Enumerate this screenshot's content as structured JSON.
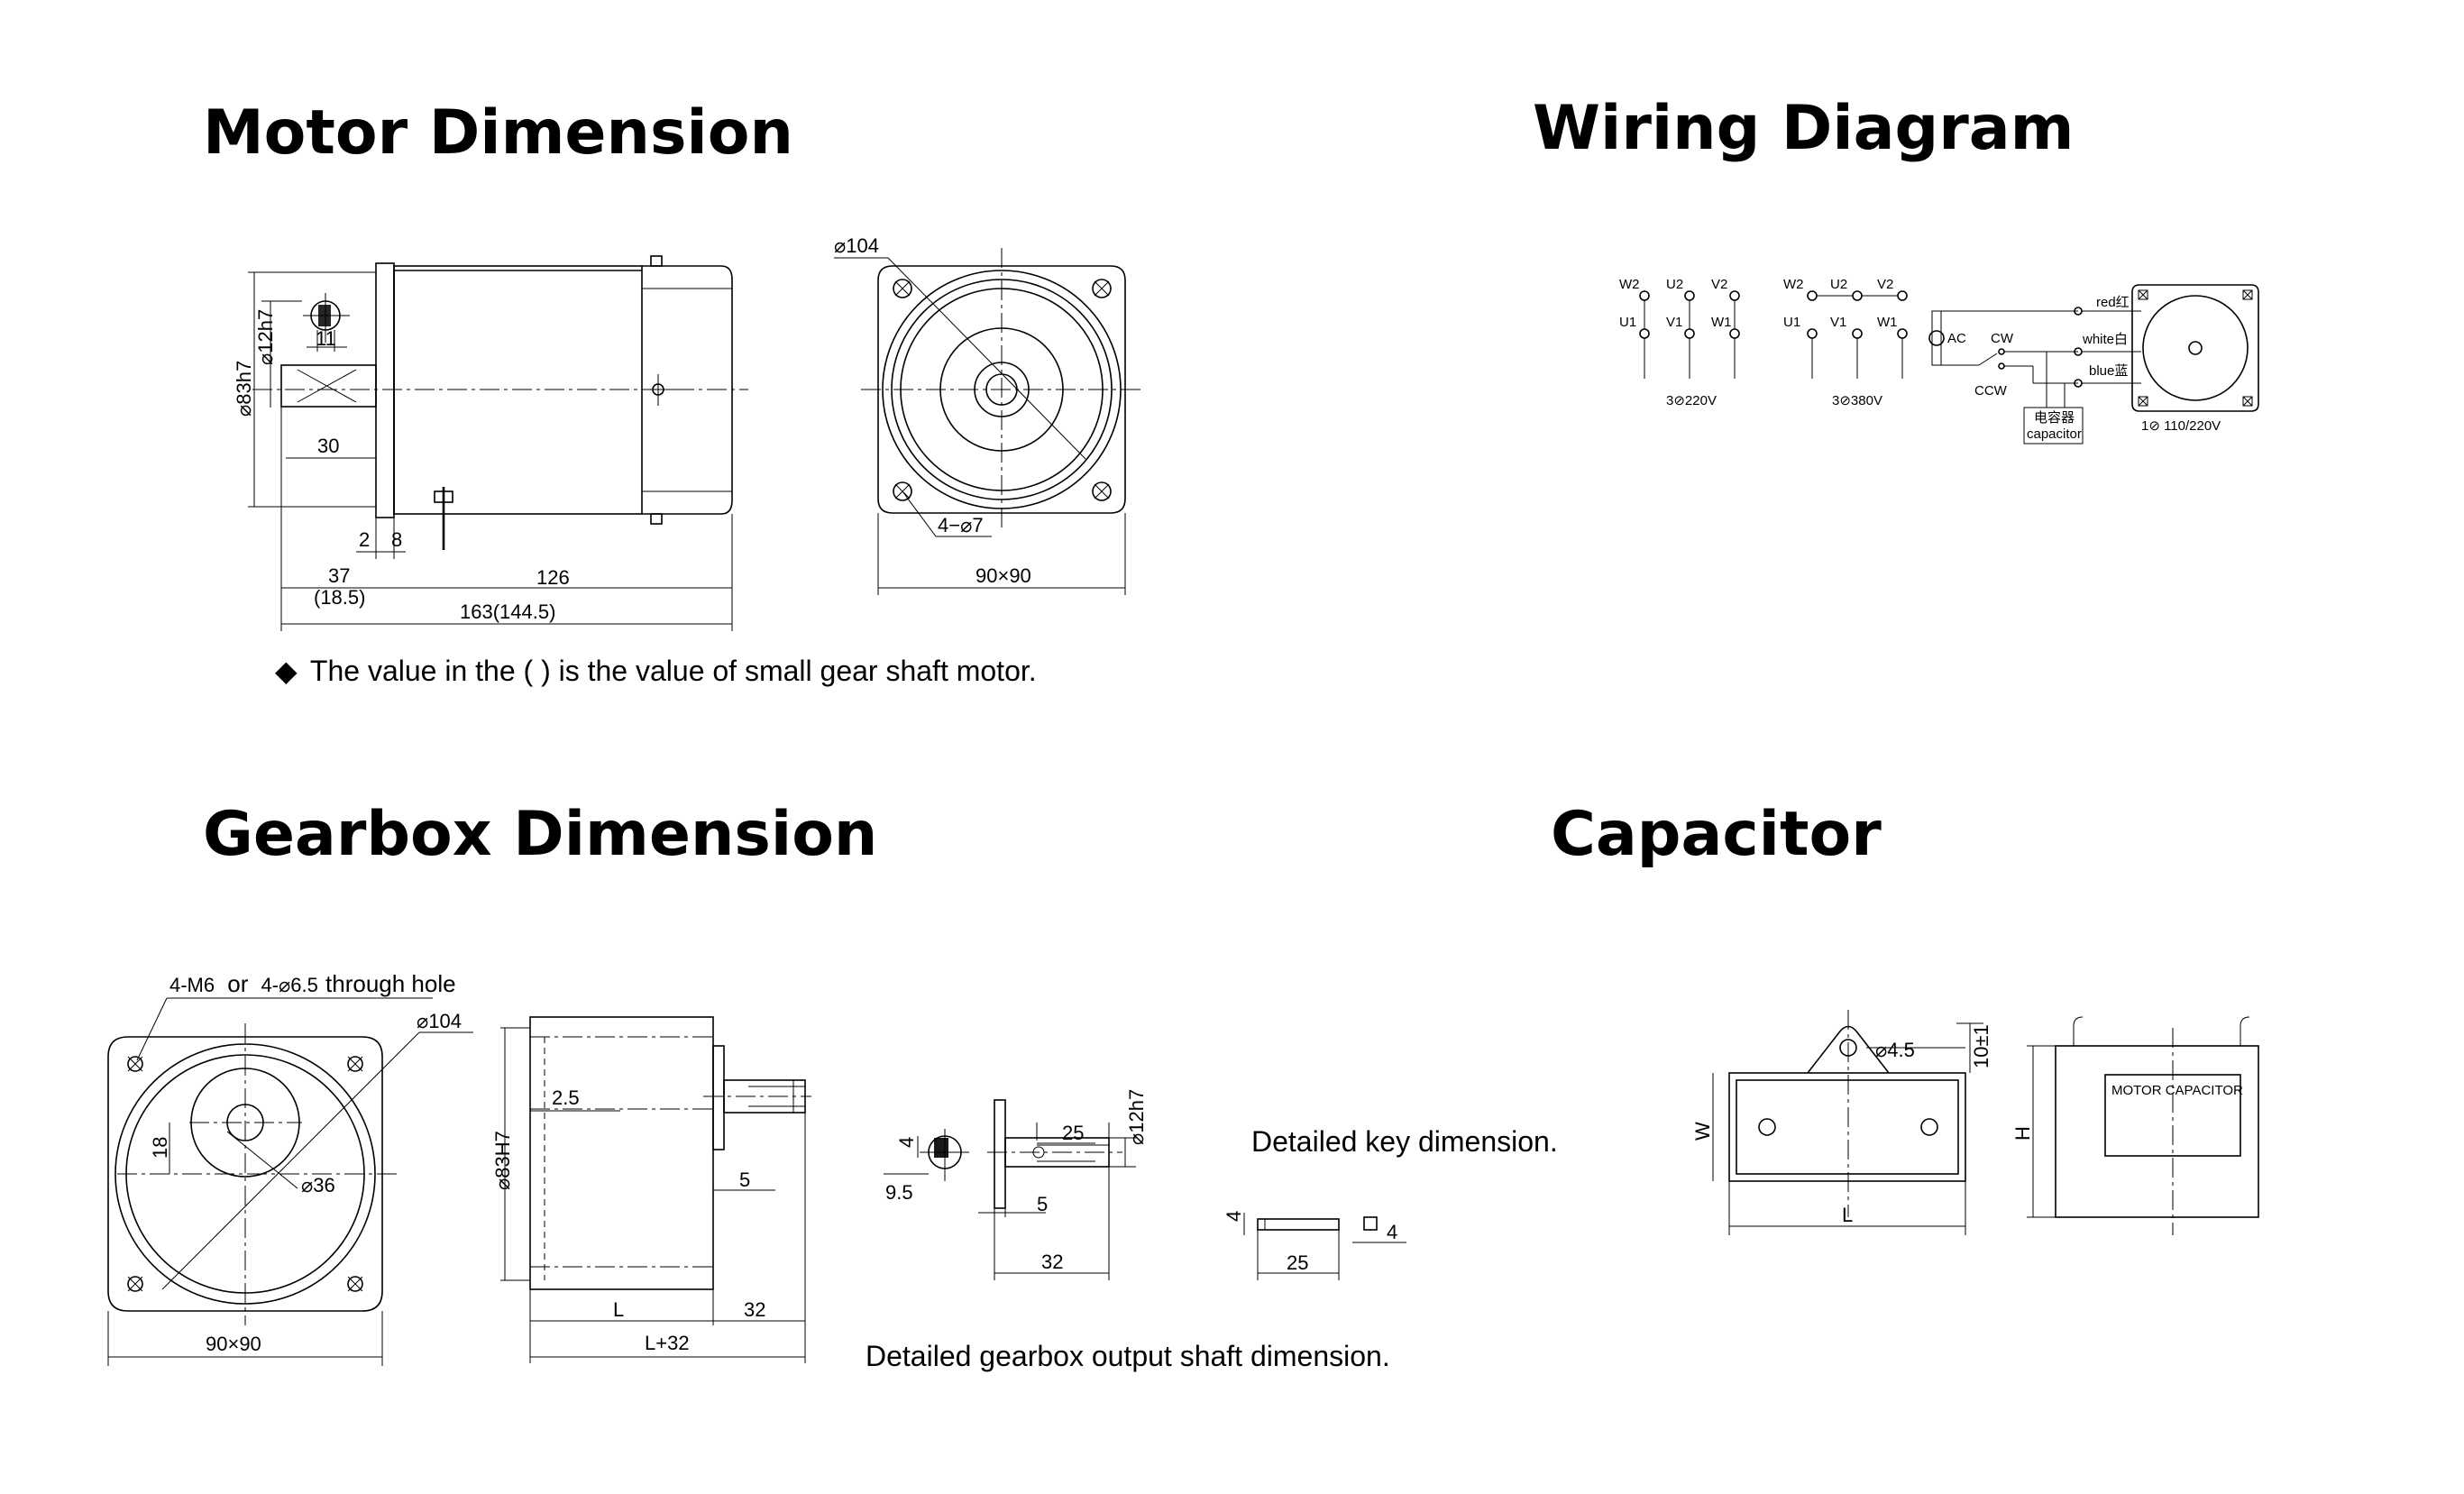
{
  "headings": {
    "motor": "Motor Dimension",
    "wiring": "Wiring Diagram",
    "gearbox": "Gearbox Dimension",
    "capacitor": "Capacitor"
  },
  "notes": {
    "motor_note": "The value in the ( ) is the value of small gear shaft motor.",
    "motor_note_bullet": "◆",
    "key_detail": "Detailed key dimension.",
    "shaft_detail": "Detailed gearbox output shaft dimension."
  },
  "motor_dims": {
    "flange_dia": "⌀83h7",
    "shaft_dia": "⌀12h7",
    "key_width": "11",
    "shaft_len": "30",
    "d2": "2",
    "d8": "8",
    "d37": "37",
    "d18_5": "(18.5)",
    "d126": "126",
    "total": "163(144.5)",
    "pcd": "⌀104",
    "holes": "4−⌀7",
    "square": "90×90"
  },
  "wiring": {
    "w2": "W2",
    "u2": "U2",
    "v2": "V2",
    "u1": "U1",
    "v1": "V1",
    "w1": "W1",
    "label_220": "3⊘220V",
    "label_380": "3⊘380V",
    "ac": "AC",
    "cw": "CW",
    "ccw": "CCW",
    "red": "red红",
    "white": "white白",
    "blue": "blue蓝",
    "capacitor_cn": "电容器",
    "capacitor_en": "capacitor",
    "single_phase": "1⊘  110/220V"
  },
  "gearbox_dims": {
    "holes_a": "4-M6",
    "holes_or": "or",
    "holes_b": "4-⌀6.5",
    "holes_c": "through hole",
    "pcd": "⌀104",
    "d18": "18",
    "d36": "⌀36",
    "square": "90×90",
    "flange_dia": "⌀83H7",
    "d2_5": "2.5",
    "d5": "5",
    "L": "L",
    "d32": "32",
    "L32": "L+32"
  },
  "shaft_dims": {
    "d4": "4",
    "d9_5": "9.5",
    "d25": "25",
    "shaft_dia": "⌀12h7",
    "d5": "5",
    "d32": "32"
  },
  "key_dims": {
    "d4": "4",
    "d25": "25",
    "square4": "4"
  },
  "capacitor_dims": {
    "hole": "⌀4.5",
    "d10": "10±1",
    "W": "W",
    "L": "L",
    "H": "H",
    "plate": "MOTOR CAPACITOR"
  }
}
